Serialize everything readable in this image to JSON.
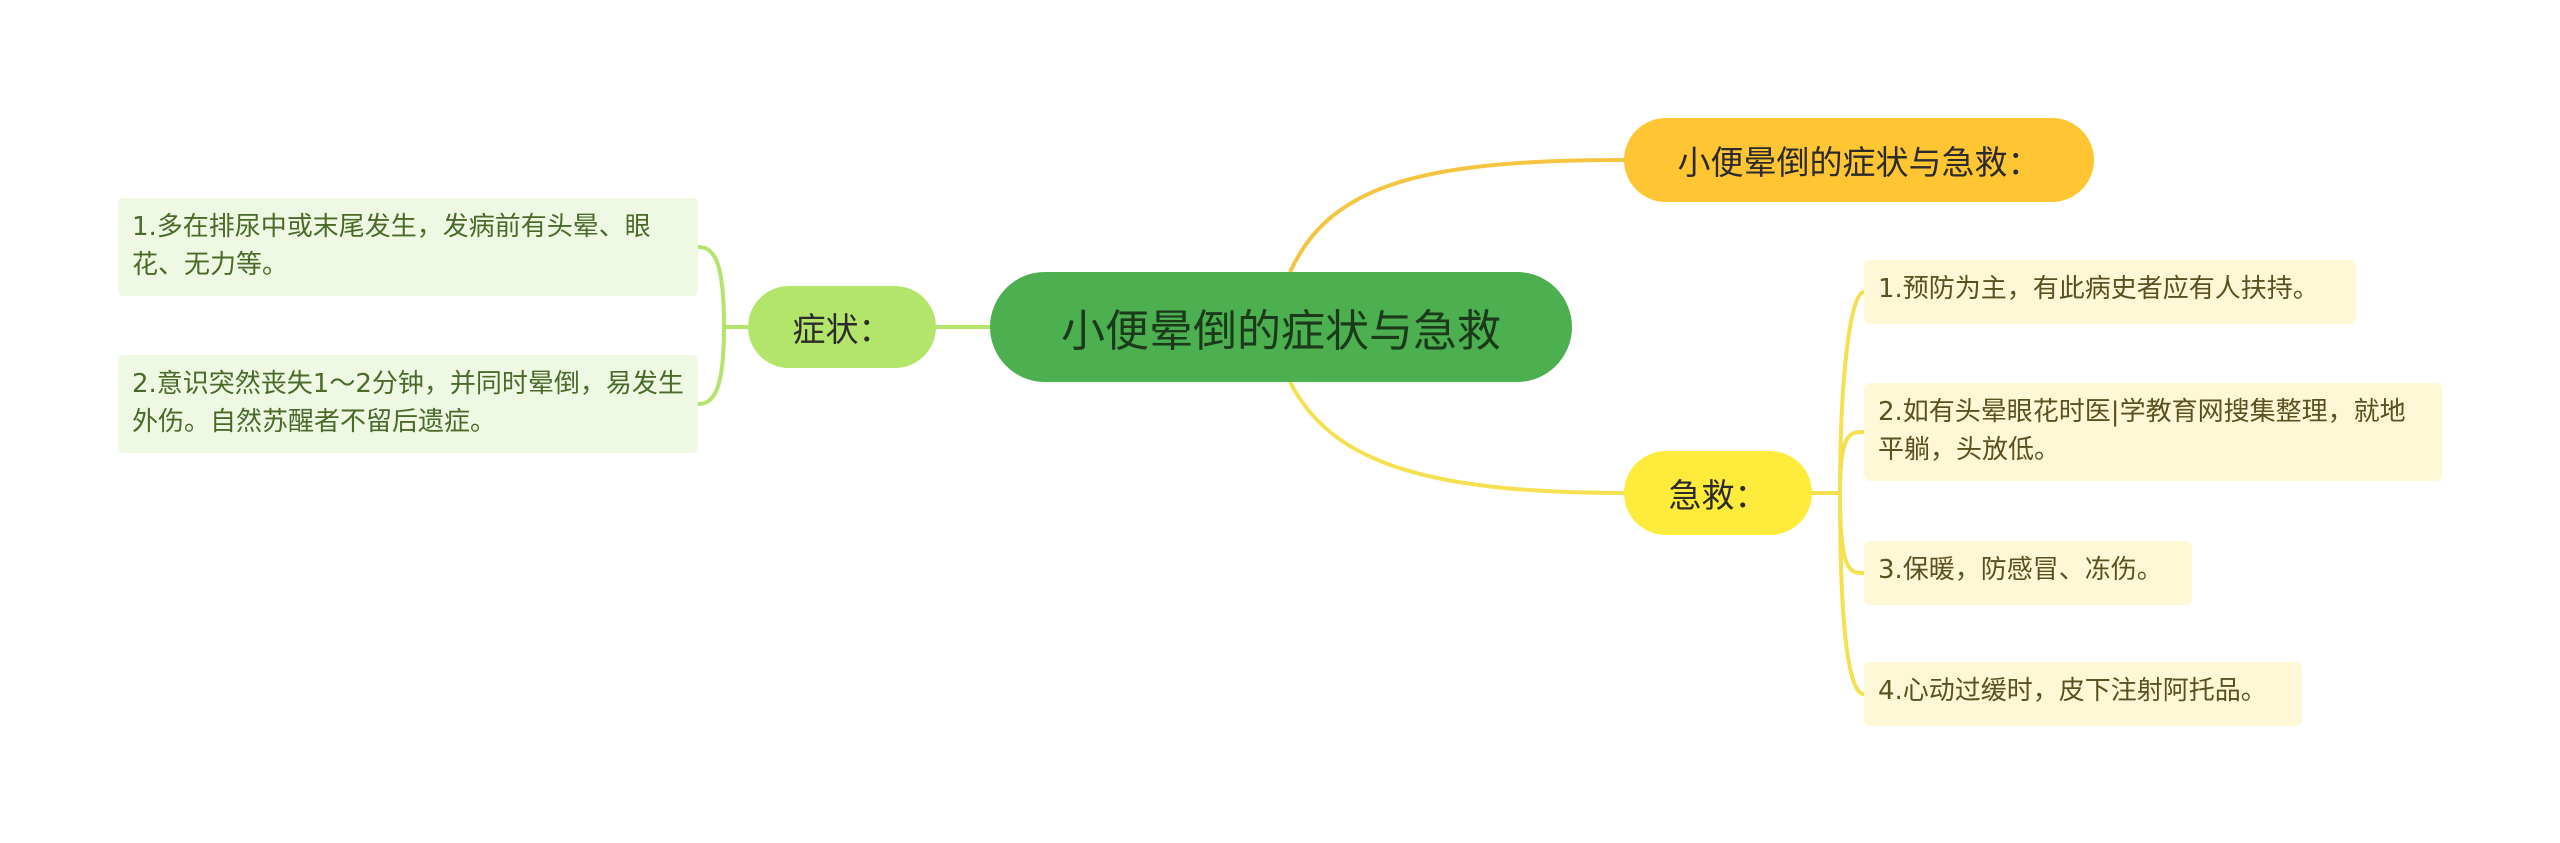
{
  "root": {
    "label": "小便晕倒的症状与急救"
  },
  "branches": {
    "title": {
      "label": "小便晕倒的症状与急救：",
      "color": "#ffc533"
    },
    "first_aid": {
      "label": "急救：",
      "color": "#ffeb3b",
      "items": [
        "1.预防为主，有此病史者应有人扶持。",
        "2.如有头晕眼花时医|学教育网搜集整理，就地平躺，头放低。",
        "3.保暖，防感冒、冻伤。",
        "4.心动过缓时，皮下注射阿托品。"
      ]
    },
    "symptoms": {
      "label": "症状：",
      "color": "#b3e56a",
      "items": [
        "1.多在排尿中或末尾发生，发病前有头晕、眼花、无力等。",
        "2.意识突然丧失1～2分钟，并同时晕倒，易发生外伤。自然苏醒者不留后遗症。"
      ]
    }
  },
  "colors": {
    "root": "#4caf50",
    "link_title": "#f5c542",
    "link_aid": "#f5e050",
    "link_symptoms": "#b3e56a"
  }
}
